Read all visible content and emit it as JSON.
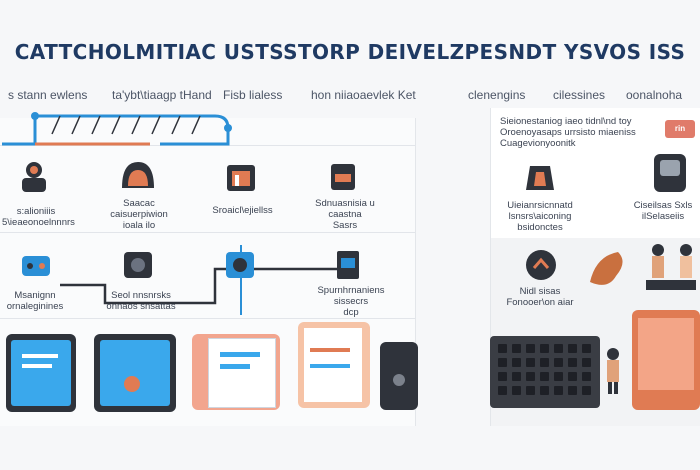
{
  "title": "CATTCHOLMITIAC USTSSTORP DEIVELZPESNDT YSVOS ISS",
  "columns": {
    "left": [
      "s stann ewlens",
      "ta'ybt\\tiaagp tHand",
      "Fisb lialess",
      "hon niiaoaevlek Ket"
    ],
    "right": [
      "clenengins",
      "cilessines",
      "oonalnoha"
    ]
  },
  "labels": {
    "row1_a": [
      "s:alioniiis",
      "5\\ieaeonoelnnnrs"
    ],
    "row1_b": [
      "Saacac",
      "caisuerpiwion",
      "ioala ilo"
    ],
    "row1_c": [
      "Sroaicl\\ejiellss"
    ],
    "row1_d": [
      "Sdnuasnisia u",
      "caastna",
      "Sasrs"
    ],
    "row2_a": [
      "Msanignn",
      "ornaleginines"
    ],
    "row2_b": [
      "Seol nnsnrsks",
      "onnaos snsattas"
    ],
    "row2_c": [
      "Spurnhrnaniens",
      "sissecrs",
      "dcp"
    ],
    "right1": [
      "Uieianrsicnnatd",
      "lsnsrs\\aiconing",
      "bsidonctes"
    ],
    "right2": [
      "Ciseilsas Sxls",
      "ilSelaseiis"
    ],
    "right3": [
      "Nidl sisas",
      "Fonooer\\on aiar"
    ]
  },
  "panel_note": [
    "Sieionestaniog iaeo tidnl\\nd toy",
    "Oroenoyasaps urrsisto miaeniss",
    "Cuagevionyoonitk"
  ],
  "badge": "rin",
  "colors": {
    "accent_blue": "#2a8fd6",
    "accent_orange": "#e07b53",
    "dark": "#2f333b",
    "title": "#1f3a63"
  },
  "icons": [
    "pipeline-icon",
    "person-icon",
    "helmet-icon",
    "calendar-icon",
    "bag-icon",
    "server-icon",
    "robot-icon",
    "document-icon",
    "phone-icon",
    "chef-icon",
    "speaker-icon",
    "hand-icon",
    "people-icon",
    "keyboard-icon",
    "figure-icon"
  ]
}
